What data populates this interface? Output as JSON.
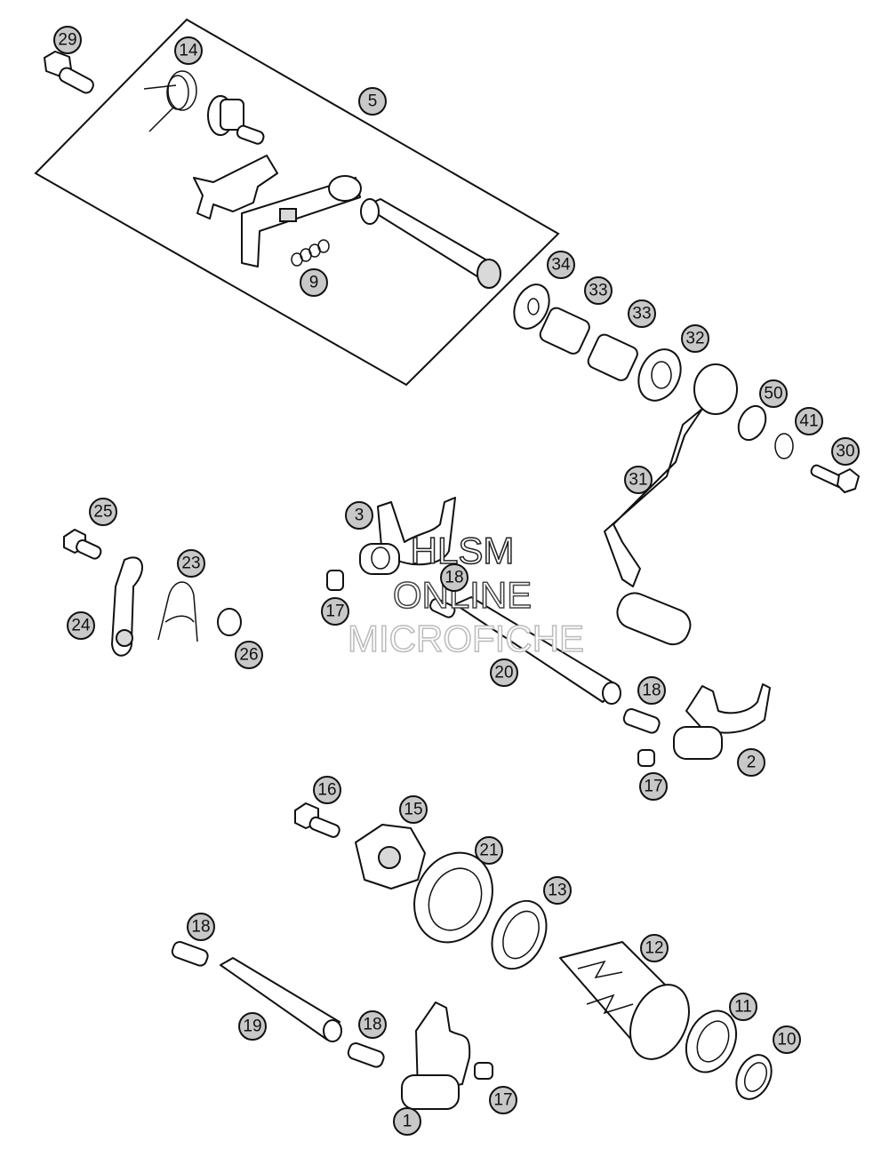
{
  "watermark": {
    "line1": "HLSM",
    "line2": "ONLINE",
    "line3": "MICROFICHE"
  },
  "callouts": [
    {
      "id": "c29",
      "label": "29"
    },
    {
      "id": "c14",
      "label": "14"
    },
    {
      "id": "c5",
      "label": "5"
    },
    {
      "id": "c9",
      "label": "9"
    },
    {
      "id": "c34",
      "label": "34"
    },
    {
      "id": "c33a",
      "label": "33"
    },
    {
      "id": "c33b",
      "label": "33"
    },
    {
      "id": "c32",
      "label": "32"
    },
    {
      "id": "c50",
      "label": "50"
    },
    {
      "id": "c41",
      "label": "41"
    },
    {
      "id": "c30",
      "label": "30"
    },
    {
      "id": "c31",
      "label": "31"
    },
    {
      "id": "c25",
      "label": "25"
    },
    {
      "id": "c23",
      "label": "23"
    },
    {
      "id": "c24",
      "label": "24"
    },
    {
      "id": "c26",
      "label": "26"
    },
    {
      "id": "c3",
      "label": "3"
    },
    {
      "id": "c18a",
      "label": "18"
    },
    {
      "id": "c17a",
      "label": "17"
    },
    {
      "id": "c20",
      "label": "20"
    },
    {
      "id": "c18b",
      "label": "18"
    },
    {
      "id": "c2",
      "label": "2"
    },
    {
      "id": "c17b",
      "label": "17"
    },
    {
      "id": "c16",
      "label": "16"
    },
    {
      "id": "c15",
      "label": "15"
    },
    {
      "id": "c21",
      "label": "21"
    },
    {
      "id": "c13",
      "label": "13"
    },
    {
      "id": "c12",
      "label": "12"
    },
    {
      "id": "c18c",
      "label": "18"
    },
    {
      "id": "c19",
      "label": "19"
    },
    {
      "id": "c18d",
      "label": "18"
    },
    {
      "id": "c11",
      "label": "11"
    },
    {
      "id": "c10",
      "label": "10"
    },
    {
      "id": "c1",
      "label": "1"
    },
    {
      "id": "c17c",
      "label": "17"
    }
  ]
}
